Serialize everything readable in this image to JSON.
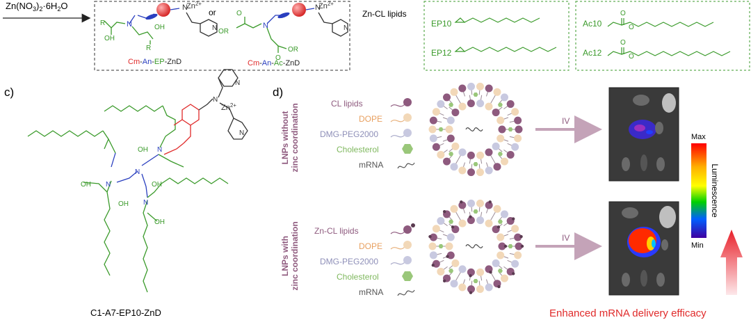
{
  "top": {
    "reagent_pre": "Zn(NO",
    "reagent_sub3": "3",
    "reagent_mid": ")",
    "reagent_sub2": "2",
    "reagent_post": "·6H",
    "reagent_sub2b": "2",
    "reagent_o": "O",
    "or": "or",
    "zn_label": "Zn",
    "zn_charge": "2+",
    "n": "N",
    "oh": "OH",
    "r": "R",
    "o": "O",
    "or_group": "OR",
    "left_name": {
      "cm": "Cm",
      "d1": "-",
      "an": "An",
      "d2": "-",
      "ep": "EP",
      "d3": "-",
      "znd": "ZnD"
    },
    "right_name": {
      "cm": "Cm",
      "d1": "-",
      "an": "An",
      "d2": "-",
      "ac": "Ac",
      "d3": "-",
      "znd": "ZnD"
    },
    "zn_cl_lipids": "Zn-CL lipids",
    "ep10": "EP10",
    "ep12": "EP12",
    "ac10": "Ac10",
    "ac12": "Ac12"
  },
  "panel_c": {
    "label": "c)",
    "compound_name": "C1-A7-EP10-ZnD"
  },
  "panel_d": {
    "label": "d)",
    "without_line1": "LNPs without",
    "without_line2": "zinc coordination",
    "with_line1": "LNPs with",
    "with_line2": "zinc coordination",
    "legend_top": [
      "CL lipids",
      "DOPE",
      "DMG-PEG2000",
      "Cholesterol",
      "mRNA"
    ],
    "legend_bottom": [
      "Zn-CL lipids",
      "DOPE",
      "DMG-PEG2000",
      "Cholesterol",
      "mRNA"
    ],
    "iv": "IV",
    "scale_max": "Max",
    "scale_min": "Min",
    "scale_title": "Luminescence",
    "efficacy": "Enhanced mRNA delivery efficacy"
  },
  "colors": {
    "green": "#3a9a2a",
    "blue": "#2a3fbf",
    "red": "#e02a2a",
    "lipid": "#8e5a7e",
    "dope": "#e8b07a",
    "peg": "#a7a8c8",
    "chol": "#9ac77a",
    "arrow": "#c4a3b8"
  }
}
